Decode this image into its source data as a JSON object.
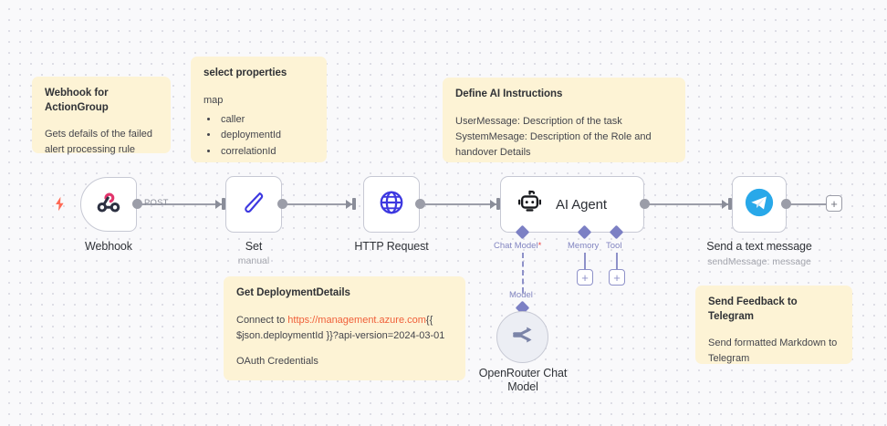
{
  "canvas": {
    "background_color": "#f9f9fb",
    "grid_dot_color": "#dcdce4"
  },
  "sticky_notes": [
    {
      "id": "webhook-note",
      "title": "Webhook for ActionGroup",
      "body": "Gets defails of the failed alert processing rule",
      "color": "#fdf3d5"
    },
    {
      "id": "select-properties-note",
      "title": "select properties",
      "subtitle": "map",
      "items": [
        "caller",
        "deploymentId",
        "correlationId"
      ],
      "color": "#fdf3d5"
    },
    {
      "id": "ai-instructions-note",
      "title": "Define AI Instructions",
      "body": "UserMessage: Description of the task SystemMesage: Description of the Role and handover Details",
      "line1": "UserMessage: Description of the task",
      "line2": "SystemMesage: Description of the Role and handover Details",
      "color": "#fdf3d5"
    },
    {
      "id": "deployment-details-note",
      "title": "Get DeploymentDetails",
      "prefix": "Connect to ",
      "link": "https://management.azure.com",
      "link_color": "#f0603a",
      "suffix": "{{ $json.deploymentId }}?api-version=2024-03-01",
      "footer": "OAuth Credentials",
      "color": "#fdf3d5"
    },
    {
      "id": "telegram-feedback-note",
      "title": "Send Feedback to Telegram",
      "body": "Send formatted Markdown to Telegram",
      "color": "#fdf3d5"
    }
  ],
  "nodes": [
    {
      "id": "webhook",
      "caption": "Webhook",
      "subcaption": "",
      "icon": "webhook-icon",
      "type": "trigger"
    },
    {
      "id": "set",
      "caption": "Set",
      "subcaption": "manual",
      "icon": "pen-icon",
      "type": "action"
    },
    {
      "id": "http-request",
      "caption": "HTTP Request",
      "subcaption": "",
      "icon": "globe-icon",
      "type": "action"
    },
    {
      "id": "ai-agent",
      "caption": "AI Agent",
      "subcaption": "",
      "icon": "robot-icon",
      "type": "agent"
    },
    {
      "id": "telegram",
      "caption": "Send a text message",
      "subcaption": "sendMessage: message",
      "icon": "telegram-icon",
      "type": "action"
    },
    {
      "id": "openrouter-chat-model",
      "caption": "OpenRouter Chat Model",
      "caption_line1": "OpenRouter Chat",
      "caption_line2": "Model",
      "icon": "openrouter-icon",
      "type": "sub-node"
    }
  ],
  "connections": {
    "webhook_to_set_label": "POST",
    "agent_ports": [
      {
        "label": "Chat Model",
        "required": true,
        "required_marker": "*"
      },
      {
        "label": "Memory",
        "required": false
      },
      {
        "label": "Tool",
        "required": false
      }
    ],
    "model_port_label": "Model"
  },
  "buttons": {
    "add_memory": "+",
    "add_tool": "+",
    "add_next_node": "+"
  }
}
